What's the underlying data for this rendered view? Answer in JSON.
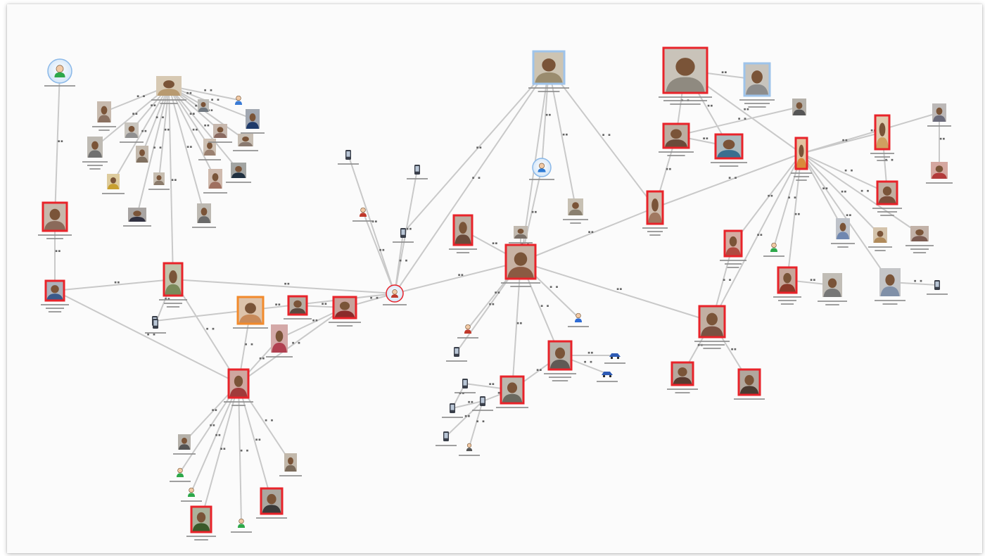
{
  "nodes": [
    {
      "id": "hub_c",
      "kind": "photo",
      "frame": "red",
      "tone": "#8b5a42"
    },
    {
      "id": "top_c",
      "kind": "photo",
      "frame": "blue",
      "tone": "#9a8c6e"
    },
    {
      "id": "tr_big",
      "kind": "photo",
      "frame": "red",
      "tone": "#8f8a80"
    },
    {
      "id": "tr_blue",
      "kind": "photo",
      "frame": "blue",
      "tone": "#8c8c8c"
    },
    {
      "id": "tr_g",
      "kind": "photo",
      "frame": "none",
      "tone": "#555555"
    },
    {
      "id": "tr_s1",
      "kind": "photo",
      "frame": "red",
      "tone": "#6a4a3a"
    },
    {
      "id": "tr_s2",
      "kind": "photo",
      "frame": "red",
      "tone": "#3a6f8f"
    },
    {
      "id": "tr_hub",
      "kind": "photo",
      "frame": "red",
      "tone": "#d98a3a"
    },
    {
      "id": "tr_sq",
      "kind": "photo",
      "frame": "red",
      "tone": "#d0a060"
    },
    {
      "id": "tr_pg",
      "kind": "photo",
      "frame": "none",
      "tone": "#6b6b7a"
    },
    {
      "id": "tr_pr",
      "kind": "photo",
      "frame": "none",
      "tone": "#b23a3a"
    },
    {
      "id": "tr_r2",
      "kind": "photo",
      "frame": "red",
      "tone": "#7a4e3a"
    },
    {
      "id": "mid_lady",
      "kind": "photo",
      "frame": "red",
      "tone": "#a07860"
    },
    {
      "id": "m_g1",
      "kind": "photo",
      "frame": "none",
      "tone": "#8a8070"
    },
    {
      "id": "r_n1",
      "kind": "photo",
      "frame": "none",
      "tone": "#6f87b0"
    },
    {
      "id": "r_n2",
      "kind": "photo",
      "frame": "none",
      "tone": "#b08a5a"
    },
    {
      "id": "r_n3",
      "kind": "photo",
      "frame": "none",
      "tone": "#7a5a50"
    },
    {
      "id": "r_red1",
      "kind": "photo",
      "frame": "red",
      "tone": "#b04a40"
    },
    {
      "id": "r_red2",
      "kind": "photo",
      "frame": "red",
      "tone": "#8a3a2a"
    },
    {
      "id": "r_gray",
      "kind": "photo",
      "frame": "none",
      "tone": "#777777"
    },
    {
      "id": "r_n4",
      "kind": "photo",
      "frame": "none",
      "tone": "#8090a8"
    },
    {
      "id": "r_hub2",
      "kind": "photo",
      "frame": "red",
      "tone": "#7a5040"
    },
    {
      "id": "r_b1",
      "kind": "photo",
      "frame": "red",
      "tone": "#5a3a30"
    },
    {
      "id": "r_b2",
      "kind": "photo",
      "frame": "red",
      "tone": "#4a3a30"
    },
    {
      "id": "c_red1",
      "kind": "photo",
      "frame": "red",
      "tone": "#6a4a3a"
    },
    {
      "id": "c_g2",
      "kind": "photo",
      "frame": "none",
      "tone": "#7a7068"
    },
    {
      "id": "b_red1",
      "kind": "photo",
      "frame": "red",
      "tone": "#5f5a55"
    },
    {
      "id": "b_red2",
      "kind": "photo",
      "frame": "red",
      "tone": "#6a6a60"
    },
    {
      "id": "ctr_red",
      "kind": "photo",
      "frame": "red",
      "tone": "#8a2a2a"
    },
    {
      "id": "ctr_red2",
      "kind": "photo",
      "frame": "red",
      "tone": "#5a4a40"
    },
    {
      "id": "orange",
      "kind": "photo",
      "frame": "orange",
      "tone": "#c88a5a"
    },
    {
      "id": "ctr_plain",
      "kind": "photo",
      "frame": "none",
      "tone": "#b04050"
    },
    {
      "id": "l_c",
      "kind": "photo",
      "frame": "red",
      "tone": "#8a6a5a"
    },
    {
      "id": "l_red",
      "kind": "photo",
      "frame": "red",
      "tone": "#7a8a5a"
    },
    {
      "id": "l_small",
      "kind": "photo",
      "frame": "red",
      "tone": "#3a5a8a"
    },
    {
      "id": "bl_hub",
      "kind": "photo",
      "frame": "red",
      "tone": "#a03a3a"
    },
    {
      "id": "bl_r1",
      "kind": "photo",
      "frame": "red",
      "tone": "#3a5a2a"
    },
    {
      "id": "bl_r2",
      "kind": "photo",
      "frame": "red",
      "tone": "#3a3a3a"
    },
    {
      "id": "bl_p1",
      "kind": "photo",
      "frame": "none",
      "tone": "#555555"
    },
    {
      "id": "bl_p2",
      "kind": "photo",
      "frame": "none",
      "tone": "#7a6a5a"
    },
    {
      "id": "tl_hub",
      "kind": "photo",
      "frame": "none",
      "tone": "#b89a70"
    },
    {
      "id": "tl_a",
      "kind": "photo",
      "frame": "none",
      "tone": "#8a7060"
    },
    {
      "id": "tl_b",
      "kind": "photo",
      "frame": "none",
      "tone": "#707070"
    },
    {
      "id": "tl_c",
      "kind": "photo",
      "frame": "none",
      "tone": "#909090"
    },
    {
      "id": "tl_d",
      "kind": "photo",
      "frame": "none",
      "tone": "#807060"
    },
    {
      "id": "tl_e",
      "kind": "photo",
      "frame": "none",
      "tone": "#c8a030"
    },
    {
      "id": "tl_f",
      "kind": "photo",
      "frame": "none",
      "tone": "#8a7a6a"
    },
    {
      "id": "tl_g",
      "kind": "photo",
      "frame": "none",
      "tone": "#303040"
    },
    {
      "id": "tl_h",
      "kind": "photo",
      "frame": "none",
      "tone": "#6a6a6a"
    },
    {
      "id": "tl_i",
      "kind": "photo",
      "frame": "none",
      "tone": "#9a8070"
    },
    {
      "id": "tl_j",
      "kind": "photo",
      "frame": "none",
      "tone": "#8a6a60"
    },
    {
      "id": "tl_k",
      "kind": "photo",
      "frame": "none",
      "tone": "#a07060"
    },
    {
      "id": "tl_l",
      "kind": "photo",
      "frame": "none",
      "tone": "#8a7a70"
    },
    {
      "id": "tl_m",
      "kind": "photo",
      "frame": "none",
      "tone": "#1e3a6a"
    },
    {
      "id": "tl_n",
      "kind": "photo",
      "frame": "none",
      "tone": "#707880"
    },
    {
      "id": "tl_o",
      "kind": "photo",
      "frame": "none",
      "tone": "#203040"
    },
    {
      "id": "tl_user",
      "kind": "user",
      "color": "#3a7bd5"
    },
    {
      "id": "l_user",
      "kind": "user",
      "color": "#2ea84a",
      "circle": true
    },
    {
      "id": "tc_user",
      "kind": "user",
      "color": "#2e7bd5",
      "circle": true
    },
    {
      "id": "r_user",
      "kind": "user",
      "color": "#2ea84a"
    },
    {
      "id": "cl_user",
      "kind": "user",
      "color": "#c0392b"
    },
    {
      "id": "mid_circle",
      "kind": "user",
      "color": "#c0392b",
      "circle": true,
      "ring": "#e8232a"
    },
    {
      "id": "b_user1",
      "kind": "user",
      "color": "#c0392b"
    },
    {
      "id": "b_user2",
      "kind": "user",
      "color": "#2e6bd5"
    },
    {
      "id": "b_user3",
      "kind": "user",
      "color": "#555555"
    },
    {
      "id": "bl_u1",
      "kind": "user",
      "color": "#2ea84a"
    },
    {
      "id": "bl_u2",
      "kind": "user",
      "color": "#2ea84a"
    },
    {
      "id": "bl_u3",
      "kind": "user",
      "color": "#2ea84a"
    },
    {
      "id": "ph1",
      "kind": "phone"
    },
    {
      "id": "ph2",
      "kind": "phone"
    },
    {
      "id": "ph3",
      "kind": "phone"
    },
    {
      "id": "ph4",
      "kind": "phone"
    },
    {
      "id": "ph5",
      "kind": "phone"
    },
    {
      "id": "ph6",
      "kind": "phone"
    },
    {
      "id": "ph7",
      "kind": "phone"
    },
    {
      "id": "ph8",
      "kind": "phone"
    },
    {
      "id": "ph9",
      "kind": "phone"
    },
    {
      "id": "ph10",
      "kind": "phone"
    },
    {
      "id": "ph11",
      "kind": "phone"
    },
    {
      "id": "car1",
      "kind": "car",
      "color": "#2e5bb5"
    },
    {
      "id": "car2",
      "kind": "car",
      "color": "#2e5bb5"
    }
  ],
  "edges": [
    [
      "hub_c",
      "top_c"
    ],
    [
      "hub_c",
      "mid_lady"
    ],
    [
      "hub_c",
      "c_red1"
    ],
    [
      "hub_c",
      "c_g2"
    ],
    [
      "hub_c",
      "mid_circle"
    ],
    [
      "hub_c",
      "r_hub2"
    ],
    [
      "hub_c",
      "b_red1"
    ],
    [
      "hub_c",
      "b_red2"
    ],
    [
      "hub_c",
      "b_user1"
    ],
    [
      "hub_c",
      "b_user2"
    ],
    [
      "hub_c",
      "ph9"
    ],
    [
      "hub_c",
      "tc_user"
    ],
    [
      "top_c",
      "mid_circle"
    ],
    [
      "top_c",
      "tc_user"
    ],
    [
      "top_c",
      "m_g1"
    ],
    [
      "top_c",
      "mid_lady"
    ],
    [
      "top_c",
      "ph3"
    ],
    [
      "tr_big",
      "tr_blue"
    ],
    [
      "tr_big",
      "tr_s1"
    ],
    [
      "tr_big",
      "tr_s2"
    ],
    [
      "tr_big",
      "tr_hub"
    ],
    [
      "tr_g",
      "tr_s1"
    ],
    [
      "tr_s1",
      "tr_s2"
    ],
    [
      "mid_lady",
      "tr_s1"
    ],
    [
      "mid_lady",
      "tr_hub"
    ],
    [
      "tr_hub",
      "tr_sq"
    ],
    [
      "tr_hub",
      "tr_pg"
    ],
    [
      "tr_hub",
      "tr_r2"
    ],
    [
      "tr_hub",
      "r_n1"
    ],
    [
      "tr_hub",
      "r_n2"
    ],
    [
      "tr_hub",
      "r_n3"
    ],
    [
      "tr_hub",
      "r_red1"
    ],
    [
      "tr_hub",
      "r_red2"
    ],
    [
      "tr_hub",
      "r_user"
    ],
    [
      "tr_hub",
      "r_hub2"
    ],
    [
      "tr_hub",
      "r_n4"
    ],
    [
      "tr_sq",
      "tr_r2"
    ],
    [
      "tr_pg",
      "tr_pr"
    ],
    [
      "r_red2",
      "r_gray"
    ],
    [
      "r_n4",
      "ph11"
    ],
    [
      "r_hub2",
      "r_b1"
    ],
    [
      "r_hub2",
      "r_b2"
    ],
    [
      "r_hub2",
      "r_red1"
    ],
    [
      "mid_circle",
      "ph1"
    ],
    [
      "mid_circle",
      "ph2"
    ],
    [
      "mid_circle",
      "ph3"
    ],
    [
      "mid_circle",
      "cl_user"
    ],
    [
      "mid_circle",
      "ph4"
    ],
    [
      "mid_circle",
      "ctr_red"
    ],
    [
      "mid_circle",
      "l_red"
    ],
    [
      "b_red1",
      "car1"
    ],
    [
      "b_red1",
      "car2"
    ],
    [
      "b_red1",
      "b_red2"
    ],
    [
      "b_red2",
      "ph5"
    ],
    [
      "b_red2",
      "ph6"
    ],
    [
      "ph6",
      "ph7"
    ],
    [
      "ph6",
      "ph8"
    ],
    [
      "ph6",
      "b_user3"
    ],
    [
      "ph5",
      "ph7"
    ],
    [
      "ctr_red",
      "ctr_red2"
    ],
    [
      "ctr_red",
      "bl_hub"
    ],
    [
      "ctr_red",
      "ctr_plain"
    ],
    [
      "l_small",
      "l_red"
    ],
    [
      "l_small",
      "bl_hub"
    ],
    [
      "l_small",
      "l_c"
    ],
    [
      "l_c",
      "l_user"
    ],
    [
      "l_red",
      "bl_hub"
    ],
    [
      "l_red",
      "ph10"
    ],
    [
      "l_red",
      "tl_hub"
    ],
    [
      "orange",
      "bl_hub"
    ],
    [
      "ctr_plain",
      "bl_hub"
    ],
    [
      "bl_hub",
      "bl_p1"
    ],
    [
      "bl_hub",
      "bl_p2"
    ],
    [
      "bl_hub",
      "bl_u1"
    ],
    [
      "bl_hub",
      "bl_u2"
    ],
    [
      "bl_hub",
      "bl_u3"
    ],
    [
      "bl_hub",
      "bl_r1"
    ],
    [
      "bl_hub",
      "bl_r2"
    ],
    [
      "tl_hub",
      "tl_a"
    ],
    [
      "tl_hub",
      "tl_b"
    ],
    [
      "tl_hub",
      "tl_c"
    ],
    [
      "tl_hub",
      "tl_d"
    ],
    [
      "tl_hub",
      "tl_e"
    ],
    [
      "tl_hub",
      "tl_f"
    ],
    [
      "tl_hub",
      "tl_g"
    ],
    [
      "tl_hub",
      "tl_h"
    ],
    [
      "tl_hub",
      "tl_i"
    ],
    [
      "tl_hub",
      "tl_j"
    ],
    [
      "tl_hub",
      "tl_k"
    ],
    [
      "tl_hub",
      "tl_l"
    ],
    [
      "tl_hub",
      "tl_m"
    ],
    [
      "tl_hub",
      "tl_n"
    ],
    [
      "tl_hub",
      "tl_o"
    ],
    [
      "tl_hub",
      "tl_user"
    ]
  ]
}
